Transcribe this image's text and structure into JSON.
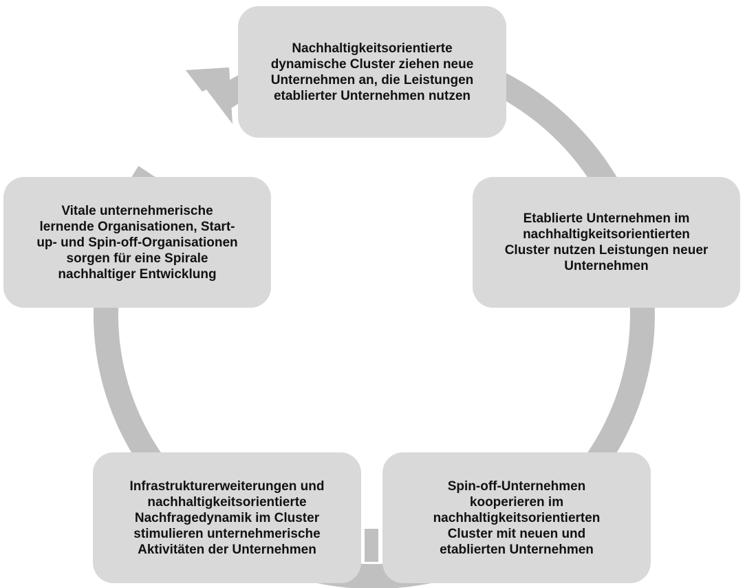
{
  "diagram": {
    "type": "cycle",
    "colors": {
      "box_fill": "#d9d9d9",
      "ring": "#c0c0c0",
      "text": "#111111"
    },
    "nodes": [
      {
        "id": "top",
        "text": "Nachhaltigkeitsorientierte\ndynamische Cluster ziehen neue\nUnternehmen an, die Leistungen\netablierter Unternehmen nutzen"
      },
      {
        "id": "right",
        "text": "Etablierte Unternehmen im\nnachhaltigkeitsorientierten\nCluster nutzen Leistungen neuer\nUnternehmen"
      },
      {
        "id": "bottom_right",
        "text": "Spin-off-Unternehmen\nkooperieren im\nnachhaltigkeitsorientierten\nCluster mit neuen und\netablierten Unternehmen"
      },
      {
        "id": "bottom_left",
        "text": "Infrastrukturerweiterungen und\nnachhaltigkeitsorientierte\nNachfragedynamik im Cluster\nstimulieren unternehmerische\nAktivitäten der Unternehmen"
      },
      {
        "id": "left",
        "text": "Vitale unternehmerische\nlernende Organisationen, Start-\nup- und Spin-off-Organisationen\nsorgen für eine Spirale\nnachhaltiger Entwicklung"
      }
    ]
  }
}
